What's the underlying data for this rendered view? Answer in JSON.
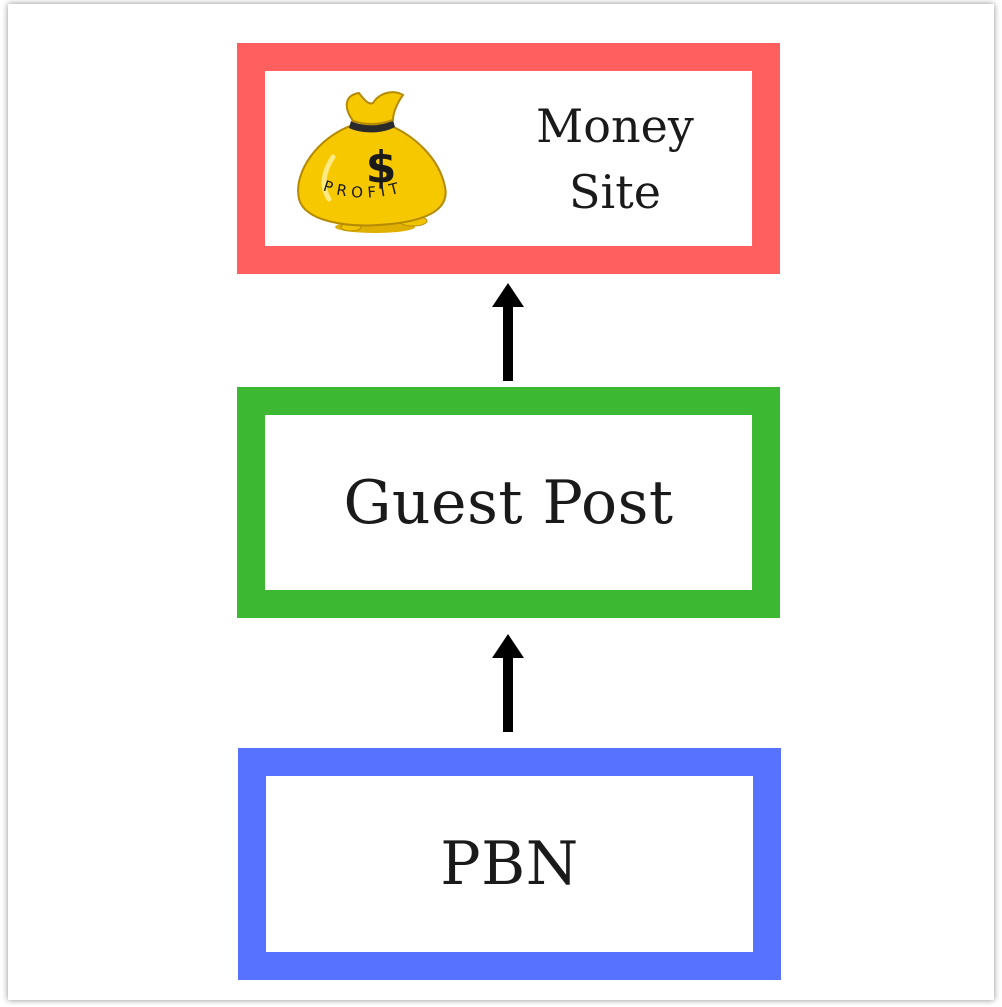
{
  "colors": {
    "money_border": "#ff5f5f",
    "guest_border": "#3cb832",
    "pbn_border": "#5672ff",
    "arrow": "#000000",
    "bag_gold": "#f5c800",
    "bag_dark": "#c99400"
  },
  "nodes": {
    "money_site": {
      "line1": "Money",
      "line2": "Site",
      "icon": "money-bag-icon",
      "bag_dollar": "$",
      "bag_text": "PROFIT"
    },
    "guest_post": {
      "label": "Guest Post"
    },
    "pbn": {
      "label": "PBN"
    }
  },
  "edges": [
    {
      "from": "PBN",
      "to": "Guest Post"
    },
    {
      "from": "Guest Post",
      "to": "Money Site"
    }
  ]
}
